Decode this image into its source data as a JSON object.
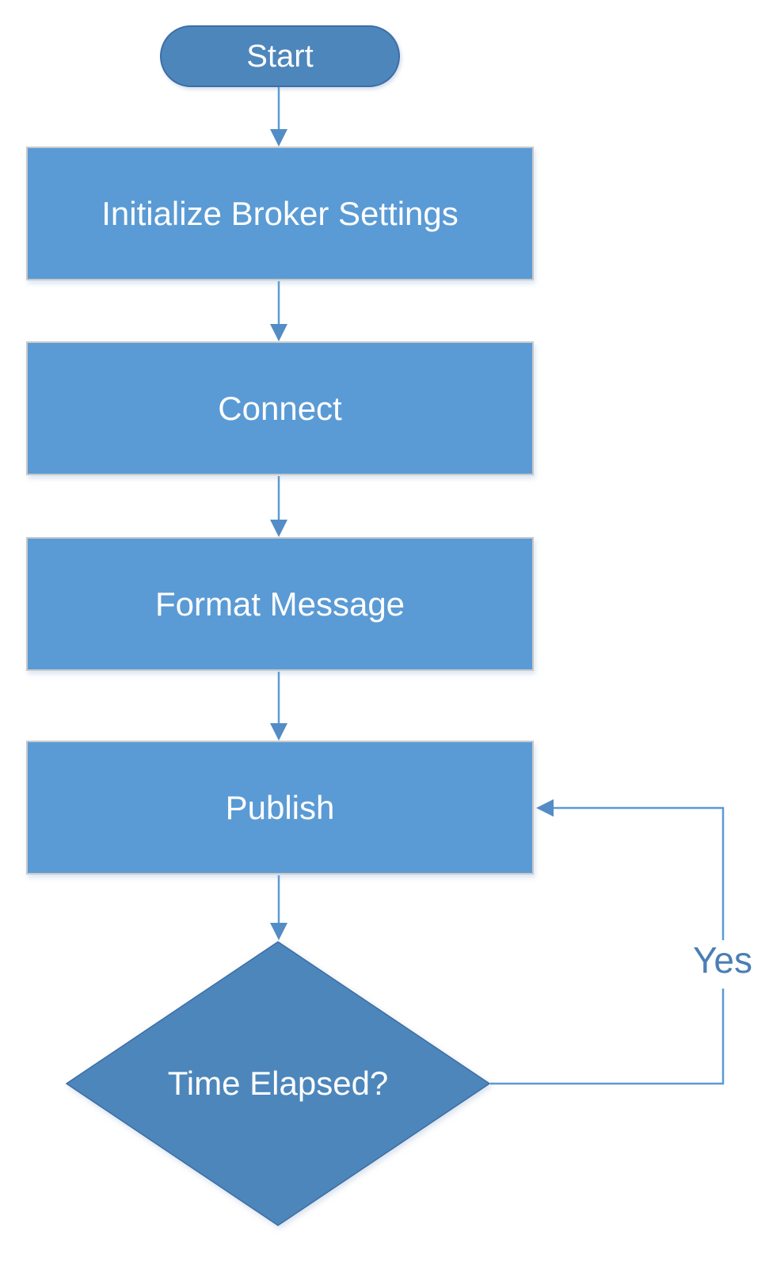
{
  "diagram_type": "flowchart",
  "colors": {
    "shape-light": "#5B9BD5",
    "shape-dark": "#4C86BB",
    "shape-dark-border": "#3D6EA5",
    "rect-border": "#C9C9C9",
    "connector": "#5B9BD5",
    "arrowhead": "#548DC6",
    "yes-text": "#4A7EB5",
    "label-text": "#FFFFFF",
    "background": "#FFFFFF"
  },
  "nodes": [
    {
      "id": "start",
      "shape": "terminator",
      "label": "Start"
    },
    {
      "id": "initialize-broker-settings",
      "shape": "process",
      "label": "Initialize Broker Settings"
    },
    {
      "id": "connect",
      "shape": "process",
      "label": "Connect"
    },
    {
      "id": "format-message",
      "shape": "process",
      "label": "Format Message"
    },
    {
      "id": "publish",
      "shape": "process",
      "label": "Publish"
    },
    {
      "id": "time-elapsed",
      "shape": "decision",
      "label": "Time Elapsed?"
    }
  ],
  "edges": {
    "yes_label": "Yes",
    "connections": [
      {
        "from": "Start",
        "to": "Initialize Broker Settings",
        "label": ""
      },
      {
        "from": "Initialize Broker Settings",
        "to": "Connect",
        "label": ""
      },
      {
        "from": "Connect",
        "to": "Format Message",
        "label": ""
      },
      {
        "from": "Format Message",
        "to": "Publish",
        "label": ""
      },
      {
        "from": "Publish",
        "to": "Time Elapsed?",
        "label": ""
      },
      {
        "from": "Time Elapsed?",
        "to": "Publish",
        "label": "Yes"
      }
    ]
  }
}
